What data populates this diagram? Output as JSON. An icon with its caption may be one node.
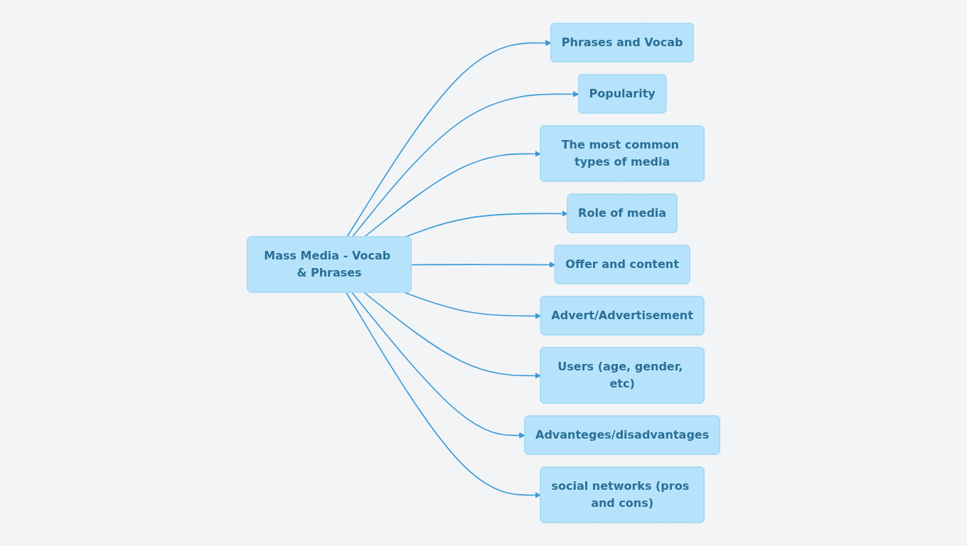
{
  "diagram": {
    "nodes": [
      {
        "text": [
          "Mass Media - Vocab & Phrases"
        ]
      },
      {
        "text": [
          "Phrases and Vocab"
        ]
      },
      {
        "text": [
          "Popularity"
        ]
      },
      {
        "text": [
          "The most common types of media"
        ]
      },
      {
        "text": [
          "Role of media"
        ]
      },
      {
        "text": [
          "Offer and content"
        ]
      },
      {
        "text": [
          "Advert/Advertisement"
        ]
      },
      {
        "text": [
          "Users (age, gender, etc)"
        ]
      },
      {
        "text": [
          "Advanteges/disadvantages"
        ]
      },
      {
        "text": [
          "social networks (pros and cons)"
        ]
      }
    ],
    "edges": [
      {
        "from": 0,
        "to": 1,
        "arrow": "to"
      },
      {
        "from": 0,
        "to": 2,
        "arrow": "to"
      },
      {
        "from": 0,
        "to": 3,
        "arrow": "to"
      },
      {
        "from": 0,
        "to": 4,
        "arrow": "to"
      },
      {
        "from": 0,
        "to": 5,
        "arrow": "to"
      },
      {
        "from": 0,
        "to": 6,
        "arrow": "to"
      },
      {
        "from": 0,
        "to": 7,
        "arrow": "to"
      },
      {
        "from": 0,
        "to": 8,
        "arrow": "to"
      },
      {
        "from": 0,
        "to": 9,
        "arrow": "to"
      }
    ]
  }
}
